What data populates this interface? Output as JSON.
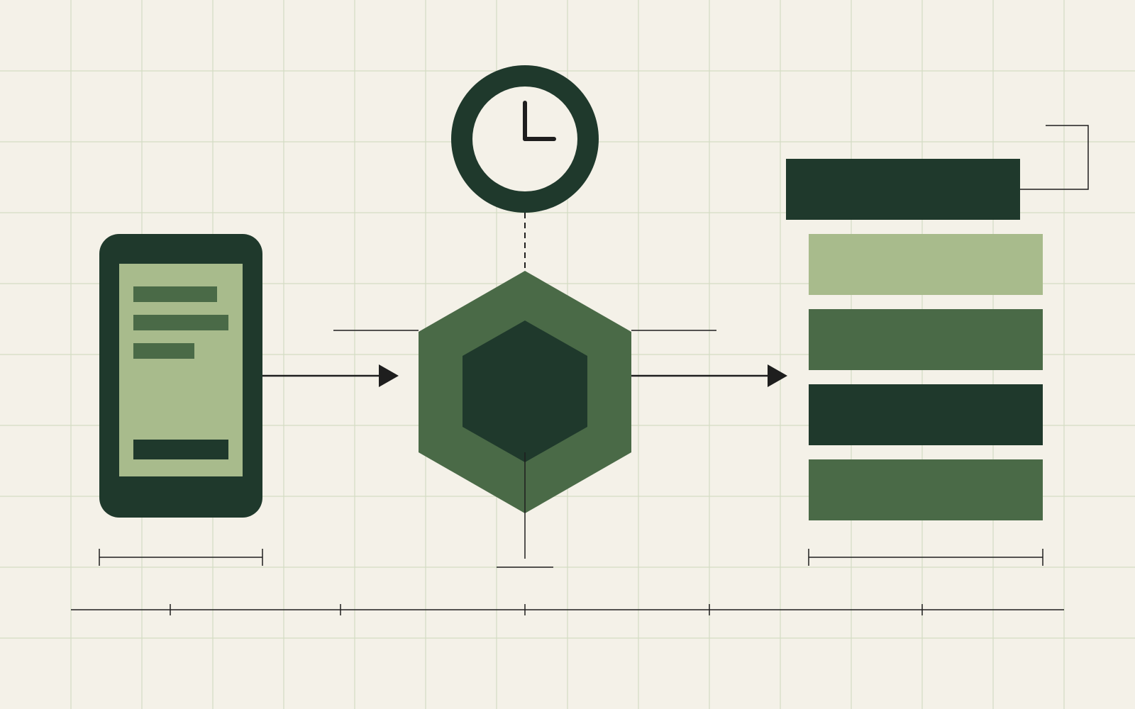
{
  "colors": {
    "background": "#f4f1e8",
    "grid": "#d3dcc3",
    "dark_green": "#1f392c",
    "mid_green": "#4a6a47",
    "light_green": "#a8bb8c",
    "ink": "#1e1e1e",
    "clock_face": "#f4f1e8"
  },
  "icons": {
    "device": "smartphone-icon",
    "clock": "clock-icon",
    "processor": "hexagon-icon",
    "output": "stacked-bars-icon"
  },
  "output_stack": {
    "bar_colors": [
      "dark_green",
      "light_green",
      "mid_green",
      "dark_green",
      "mid_green"
    ]
  },
  "phone_screen": {
    "line_count": 3,
    "has_button": true
  },
  "timeline": {
    "tick_count": 5
  }
}
